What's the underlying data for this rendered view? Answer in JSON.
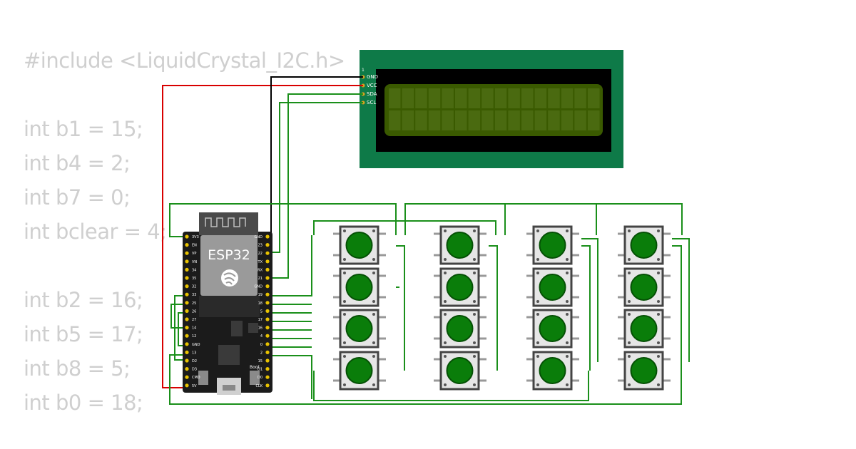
{
  "code": {
    "lines": [
      "#include <LiquidCrystal_I2C.h>",
      "int b1 = 15;",
      "int b4 = 2;",
      "int b7 = 0;",
      "int bclear = 4;",
      "int b2 = 16;",
      "int b5 = 17;",
      "int b8 = 5;",
      "int b0 = 18;"
    ]
  },
  "lcd": {
    "pin1_label": "1",
    "pins": [
      "GND",
      "VCC",
      "SDA",
      "SCL"
    ]
  },
  "esp32": {
    "label": "ESP32",
    "boot_label": "Boot",
    "left_pins": [
      "3V3",
      "EN",
      "VP",
      "VN",
      "34",
      "35",
      "32",
      "33",
      "25",
      "26",
      "27",
      "14",
      "12",
      "GND",
      "13",
      "D2",
      "D3",
      "CMD",
      "5V"
    ],
    "right_pins": [
      "GND",
      "23",
      "22",
      "TX",
      "RX",
      "21",
      "GND",
      "19",
      "18",
      "5",
      "17",
      "16",
      "4",
      "0",
      "2",
      "15",
      "D1",
      "D0",
      "CLK"
    ]
  },
  "colors": {
    "lcd_board": "#0e7a48",
    "lcd_screen": "#3a5a00",
    "wire_green": "#1a8f1a",
    "wire_red": "#d80000",
    "wire_black": "#000000",
    "button_cap": "#0a7d0a",
    "code_text": "#cfcfcf"
  },
  "keypad": {
    "rows": 4,
    "cols": 4
  }
}
